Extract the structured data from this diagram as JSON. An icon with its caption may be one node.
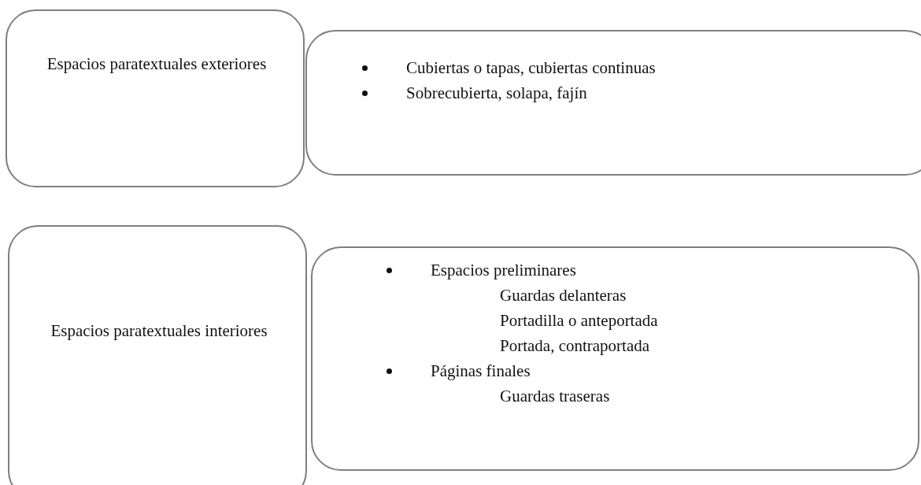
{
  "diagram": {
    "nodes": [
      {
        "text": [
          "Espacios paratextuales exteriores"
        ]
      },
      {
        "text": [
          "Cubiertas o tapas, cubiertas continuas",
          "Sobrecubierta, solapa, fajín"
        ]
      },
      {
        "text": [
          "Espacios paratextuales interiores"
        ]
      },
      {
        "text": [
          "Espacios preliminares",
          "Guardas delanteras",
          "Portadilla o anteportada",
          "Portada, contraportada",
          "Páginas finales",
          "Guardas traseras"
        ]
      }
    ]
  }
}
